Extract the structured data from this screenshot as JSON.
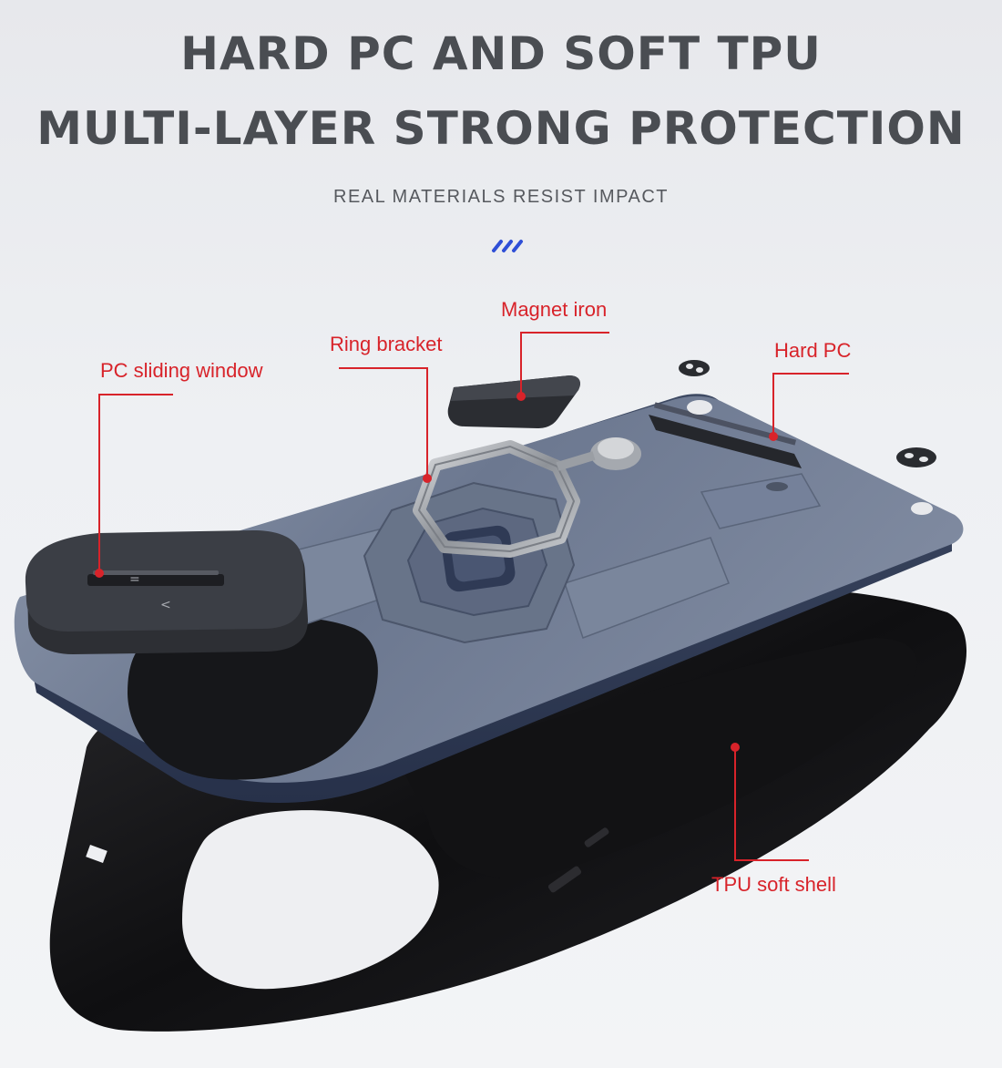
{
  "header": {
    "title_line1": "HARD PC AND SOFT TPU",
    "title_line2": "MULTI-LAYER STRONG PROTECTION",
    "subtitle": "REAL MATERIALS RESIST IMPACT"
  },
  "callouts": {
    "pc_sliding_window": "PC sliding window",
    "ring_bracket": "Ring bracket",
    "magnet_iron": "Magnet iron",
    "hard_pc": "Hard PC",
    "tpu_soft_shell": "TPU soft shell"
  },
  "colors": {
    "callout_red": "#d8232a",
    "accent_blue": "#2f4fd6",
    "hard_pc_blue_gray": "#6f7d95",
    "tpu_black": "#1b1b1d"
  },
  "icons": [
    "decorative-slashes-icon"
  ]
}
